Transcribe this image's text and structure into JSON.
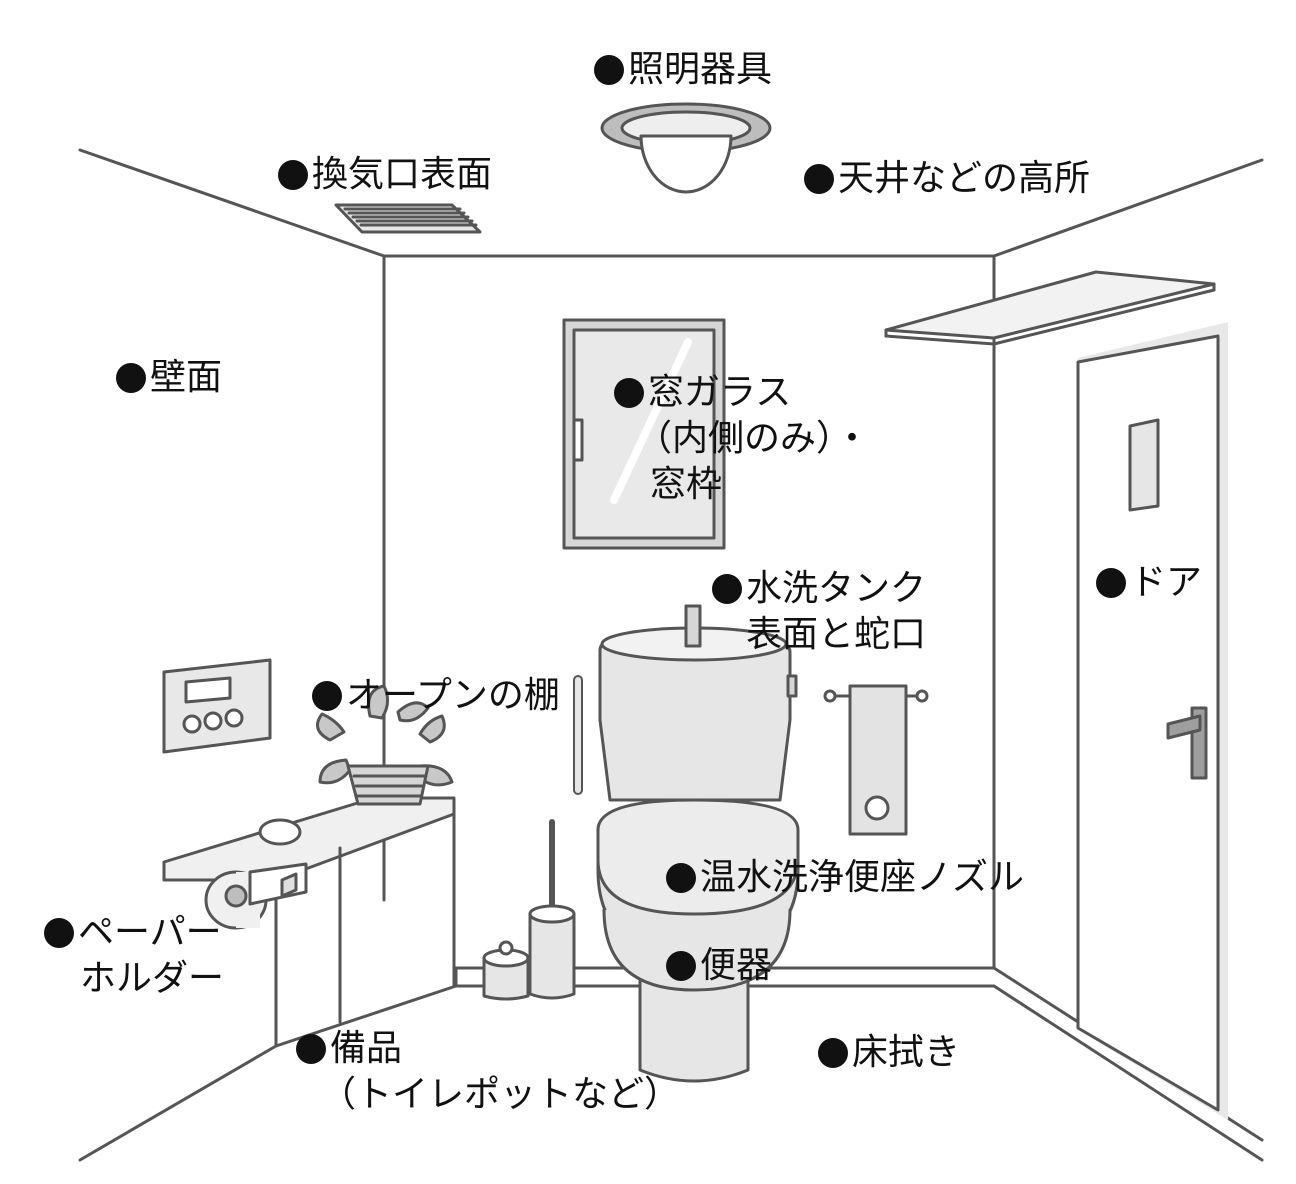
{
  "labels": {
    "lighting": [
      "照明器具"
    ],
    "vent": [
      "換気口表面"
    ],
    "ceiling": [
      "天井などの高所"
    ],
    "wall": [
      "壁面"
    ],
    "window": [
      "窓ガラス",
      "（内側のみ）・",
      "窓枠"
    ],
    "tank": [
      "水洗タンク",
      "表面と蛇口"
    ],
    "door": [
      "ドア"
    ],
    "shelf": [
      "オープンの棚"
    ],
    "nozzle": [
      "温水洗浄便座ノズル"
    ],
    "paper_holder": [
      "ペーパー",
      "ホルダー"
    ],
    "toilet": [
      "便器"
    ],
    "supplies": [
      "備品",
      "（トイレポットなど）"
    ],
    "floor": [
      "床拭き"
    ]
  },
  "colors": {
    "line": "#555555",
    "fill_light": "#eeeeee",
    "fill_mid": "#d6d6d6",
    "fill_dark": "#bdbdbd",
    "text": "#111111"
  }
}
